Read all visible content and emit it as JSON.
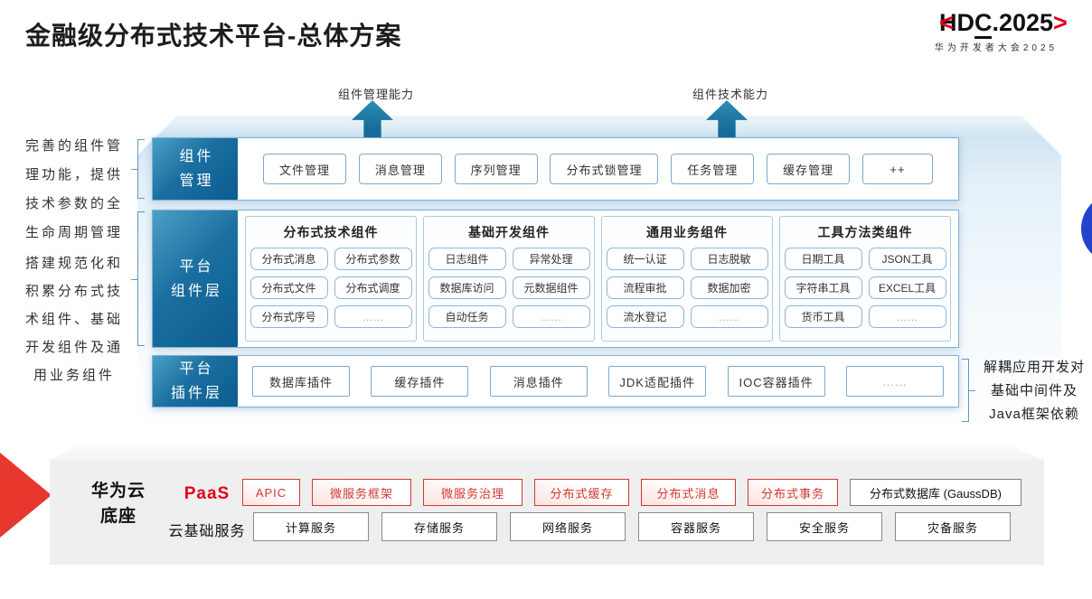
{
  "page": {
    "title": "金融级分布式技术平台-总体方案"
  },
  "logo": {
    "bracket_left": "<",
    "part_hd": "HD",
    "part_c": "C",
    "part_year": ".2025",
    "bracket_right": ">",
    "subtitle": "华为开发者大会2025"
  },
  "capability_arrows": [
    {
      "label": "组件管理能力"
    },
    {
      "label": "组件技术能力"
    }
  ],
  "side_notes": {
    "left_top_lines": [
      "完善的组件管",
      "理功能，提供",
      "技术参数的全",
      "生命周期管理"
    ],
    "left_bottom_lines": [
      "搭建规范化和",
      "积累分布式技",
      "术组件、基础",
      "开发组件及通",
      "用业务组件"
    ],
    "right_lines": [
      "解耦应用开发对",
      "基础中间件及",
      "Java框架依赖"
    ]
  },
  "layers": {
    "management": {
      "label_lines": [
        "组件",
        "管理"
      ],
      "items": [
        "文件管理",
        "消息管理",
        "序列管理",
        "分布式锁管理",
        "任务管理",
        "缓存管理",
        "++"
      ]
    },
    "components": {
      "label_lines": [
        "平台",
        "组件层"
      ],
      "groups": [
        {
          "header": "分布式技术组件",
          "items": [
            "分布式消息",
            "分布式参数",
            "分布式文件",
            "分布式调度",
            "分布式序号",
            "……"
          ]
        },
        {
          "header": "基础开发组件",
          "items": [
            "日志组件",
            "异常处理",
            "数据库访问",
            "元数据组件",
            "自动任务",
            "……"
          ]
        },
        {
          "header": "通用业务组件",
          "items": [
            "统一认证",
            "日志脱敏",
            "流程审批",
            "数据加密",
            "流水登记",
            "……"
          ]
        },
        {
          "header": "工具方法类组件",
          "items": [
            "日期工具",
            "JSON工具",
            "字符串工具",
            "EXCEL工具",
            "货币工具",
            "……"
          ]
        }
      ]
    },
    "plugins": {
      "label_lines": [
        "平台",
        "插件层"
      ],
      "items": [
        "数据库插件",
        "缓存插件",
        "消息插件",
        "JDK适配插件",
        "IOC容器插件",
        "……"
      ]
    }
  },
  "foundation": {
    "label_lines": [
      "华为云",
      "底座"
    ],
    "paas": {
      "label": "PaaS",
      "items": [
        "APIC",
        "微服务框架",
        "微服务治理",
        "分布式缓存",
        "分布式消息",
        "分布式事务"
      ],
      "db": "分布式数据库 (GaussDB)"
    },
    "cloud_base": {
      "label": "云基础服务",
      "items": [
        "计算服务",
        "存储服务",
        "网络服务",
        "容器服务",
        "安全服务",
        "灾备服务"
      ]
    }
  },
  "colors": {
    "brand_red": "#e2001a",
    "chip_red": "#cf3a30",
    "layer_blue_dark": "#0c5c90",
    "layer_blue_light": "#4aa0c4",
    "arrow_teal": "#1b7ba4",
    "border_blue": "#7fa8cc",
    "accent_circle_blue": "#2343cf"
  }
}
